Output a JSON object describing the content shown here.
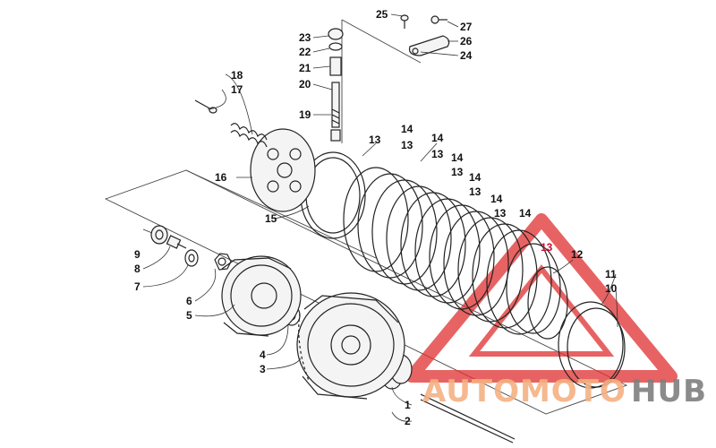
{
  "callouts": {
    "c1": "1",
    "c2": "2",
    "c3": "3",
    "c4": "4",
    "c5": "5",
    "c6": "6",
    "c7": "7",
    "c8": "8",
    "c9": "9",
    "c10": "10",
    "c11": "11",
    "c12": "12",
    "c13a": "13",
    "c13b": "13",
    "c13c": "13",
    "c13d": "13",
    "c13e": "13",
    "c13f": "13",
    "c13g": "13",
    "c14a": "14",
    "c14b": "14",
    "c14c": "14",
    "c14d": "14",
    "c14e": "14",
    "c14f": "14",
    "c15": "15",
    "c16": "16",
    "c17": "17",
    "c18": "18",
    "c19": "19",
    "c20": "20",
    "c21": "21",
    "c22": "22",
    "c23": "23",
    "c24": "24",
    "c25": "25",
    "c26": "26",
    "c27": "27"
  },
  "watermark": {
    "brand_auto": "AUTOMOTO",
    "brand_hub": "HUB",
    "color_orange": "#f4b183",
    "color_red": "#e03030",
    "color_gray": "#7f7f7f"
  }
}
